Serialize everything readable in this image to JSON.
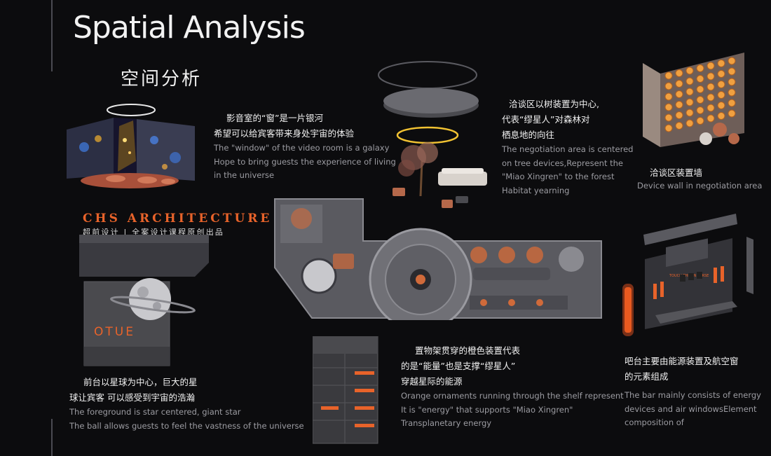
{
  "title": "Spatial Analysis",
  "subtitle_cn": "空间分析",
  "brand": {
    "name": "CHS ARCHITECTURE",
    "tagline": "超前设计 | 全案设计课程原创出品"
  },
  "logo_text": "OTUE",
  "bar_sign_text": "TOUCH THE UNIVERSE",
  "sections": {
    "video_room": {
      "cn": [
        "影音室的“窗”是一片银河",
        "希望可以给宾客带来身处宇宙的体验"
      ],
      "en": [
        "The \"window\" of the video room is a galaxy",
        "Hope to bring guests the experience of living",
        " in the universe"
      ]
    },
    "negotiation": {
      "cn": [
        "洽谈区以树装置为中心,",
        "代表“缪星人”对森林对",
        "栖息地的向往"
      ],
      "en": [
        "The negotiation area is centered",
        " on tree devices,Represent the",
        " \"Miao Xingren\" to the forest",
        "Habitat yearning"
      ]
    },
    "device_wall": {
      "cn": "洽谈区装置墙",
      "en": "Device wall in negotiation area"
    },
    "front_desk": {
      "cn": [
        "前台以星球为中心，巨大的星",
        "球让宾客 可以感受到宇宙的浩瀚"
      ],
      "en": [
        "The foreground is star centered, giant star",
        "The ball allows guests to feel the vastness of the universe"
      ]
    },
    "shelf": {
      "cn": [
        "置物架贯穿的橙色装置代表",
        "的是“能量”也是支撑“缪星人”",
        "穿越星际的能源"
      ],
      "en": [
        "Orange ornaments running through the shelf represent",
        "It is \"energy\" that supports \"Miao Xingren\"",
        "Transplanetary energy"
      ]
    },
    "bar": {
      "cn": [
        "吧台主要由能源装置及航空窗",
        "的元素组成"
      ],
      "en": [
        "The bar mainly consists of energy",
        "devices and air windowsElement",
        "composition of"
      ]
    }
  },
  "colors": {
    "background": "#0c0c0e",
    "accent_orange": "#e8632a",
    "ring_yellow": "#f1c232",
    "text_primary": "#f2f2f2",
    "text_secondary": "#9c9ca2"
  }
}
